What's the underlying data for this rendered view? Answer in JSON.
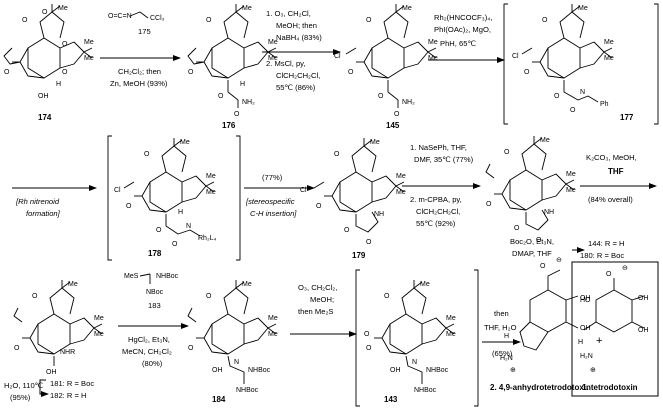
{
  "compounds": {
    "c174": "174",
    "c176": "176",
    "c145": "145",
    "c177": "177",
    "c178": "178",
    "c179": "179",
    "c180a": "144: R = H",
    "c180b": "180: R = Boc",
    "c181a": "181: R = Boc",
    "c181b": "182: R = H",
    "c184": "184",
    "c143": "143",
    "anhydro": "2. 4,9-anhydrotetrodotoxin",
    "ttx": "1. tetrodotoxin"
  },
  "steps": {
    "s1": {
      "reagent": "175",
      "l1": "CH₂Cl₂; then",
      "l2": "Zn, MeOH (93%)"
    },
    "s2": {
      "l1": "1. O₃, CH₂Cl,",
      "l2": "MeOH; then",
      "l3": "NaBH₄ (83%)",
      "l4": "2. MsCl, py,",
      "l5": "ClCH₂CH₂Cl,",
      "l6": "55℃  (86%)"
    },
    "s3": {
      "l1": "Rh₂(HNCOCF₃)₄,",
      "l2": "PhI(OAc)₂, MgO,",
      "l3": "PhH, 65℃"
    },
    "s4": {
      "l1": "[Rh nitrenoid",
      "l2": "formation]"
    },
    "s5": {
      "y": "(77%)",
      "l1": "[stereospecific",
      "l2": "C-H insertion]"
    },
    "s6": {
      "l1": "1. NaSePh, THF,",
      "l2": "DMF, 35℃  (77%)",
      "l3": "2. m-CPBA, py,",
      "l4": "ClCH₂CH₂Cl,",
      "l5": "55℃  (92%)"
    },
    "s7": {
      "l1": "K₂CO₃, MeOH,",
      "l2": "THF",
      "l3": "(84% overall)"
    },
    "s8": {
      "l1": "Boc₂O, Et₃N,",
      "l2": "DMAP, THF"
    },
    "s9": {
      "l1": "H₂O, 110℃",
      "l2": "(95%)"
    },
    "s10": {
      "reagent": "183",
      "l1": "HgCl₂, Et₃N,",
      "l2": "MeCN, CH₂Cl₂",
      "l3": "(80%)"
    },
    "s11": {
      "l1": "O₃, CH₂Cl₂,",
      "l2": "MeOH;",
      "l3": "then Me₂S"
    },
    "s12": {
      "l1": "then",
      "l2": "THF, H₂O",
      "l3": "(65%)"
    }
  },
  "atoms": {
    "O": "O",
    "OH": "OH",
    "H": "H",
    "Me": "Me",
    "Cl": "Cl",
    "NH": "NH",
    "N": "N",
    "NH2": "NH₂",
    "NHR": "NHR",
    "NHBoc": "NHBoc",
    "NBoc": "NBoc",
    "MeS": "MeS",
    "Ph": "Ph",
    "Rh": "Rh₂L₄",
    "CCl3": "CCl₃",
    "OCN": "O=C=N",
    "HO": "HO",
    "H2N": "H₂N",
    "minus": "⊖",
    "plus": "⊕",
    "R": "R",
    "plussign": "+"
  }
}
